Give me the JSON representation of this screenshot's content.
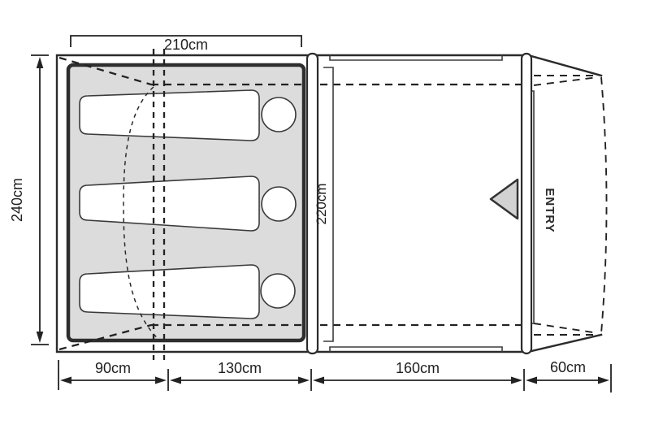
{
  "diagram": {
    "type": "tent-floorplan-top-view",
    "entry_label": "ENTRY",
    "sleeper_count": 3,
    "dimensions": {
      "top_width": "210cm",
      "left_depth": "240cm",
      "inner_width": "220cm",
      "bottom_segments": [
        "90cm",
        "130cm",
        "160cm",
        "60cm"
      ]
    },
    "icons": {
      "entry_arrow": "left-pointing-triangle",
      "sleeper": "sleeping-person-outline"
    },
    "colors": {
      "line": "#2b2b2b",
      "groundsheet_fill": "#dcdcdc",
      "entry_arrow_fill": "#d2d2d2",
      "background": "#ffffff"
    }
  }
}
